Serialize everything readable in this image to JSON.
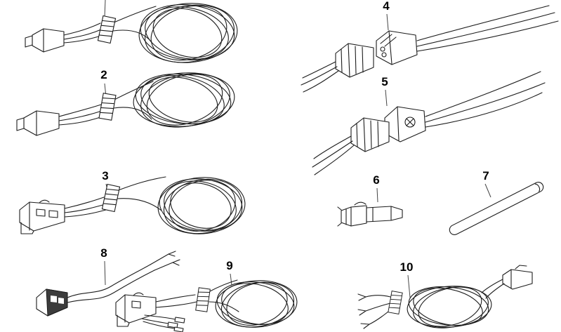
{
  "page": {
    "background": "#ffffff",
    "line_color": "#1c1c1c",
    "accent_dark": "#3c3c3c"
  },
  "parts": [
    {
      "callout": "",
      "icon": "harness-connector-coil-icon"
    },
    {
      "callout": "2",
      "icon": "harness-connector-coil-icon"
    },
    {
      "callout": "3",
      "icon": "harness-connector-coil-icon"
    },
    {
      "callout": "4",
      "icon": "connector-pair-pigtail-icon"
    },
    {
      "callout": "5",
      "icon": "connector-pair-pigtail-icon"
    },
    {
      "callout": "6",
      "icon": "crimp-terminal-icon"
    },
    {
      "callout": "7",
      "icon": "cable-sleeve-icon"
    },
    {
      "callout": "8",
      "icon": "pigtail-connector-icon"
    },
    {
      "callout": "9",
      "icon": "harness-connector-coil-icon"
    },
    {
      "callout": "10",
      "icon": "harness-connector-coil-icon"
    }
  ]
}
